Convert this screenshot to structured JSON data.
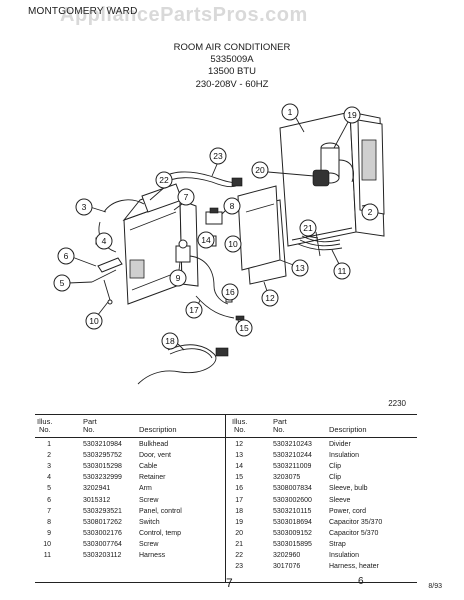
{
  "header": {
    "brand": "MONTGOMERY WARD",
    "watermark": "AppliancePartsPros.com",
    "title": "ROOM AIR CONDITIONER",
    "model": "5335009A",
    "capacity": "13500 BTU",
    "power": "230-208V - 60HZ"
  },
  "figure_code": "2230",
  "callouts": [
    "1",
    "2",
    "3",
    "4",
    "5",
    "6",
    "7",
    "8",
    "9",
    "10",
    "11",
    "12",
    "13",
    "14",
    "15",
    "16",
    "17",
    "18",
    "19",
    "20",
    "21",
    "22",
    "23"
  ],
  "table": {
    "headers": {
      "illus": "Illus.",
      "no": "No.",
      "part": "Part",
      "part_no": "No.",
      "description": "Description"
    },
    "left": [
      {
        "illus": "1",
        "part": "5303210984",
        "desc": "Bulkhead"
      },
      {
        "illus": "2",
        "part": "5303295752",
        "desc": "Door, vent"
      },
      {
        "illus": "3",
        "part": "5303015298",
        "desc": "Cable"
      },
      {
        "illus": "4",
        "part": "5303232999",
        "desc": "Retainer"
      },
      {
        "illus": "5",
        "part": "3202941",
        "desc": "Arm"
      },
      {
        "illus": "6",
        "part": "3015312",
        "desc": "Screw"
      },
      {
        "illus": "7",
        "part": "5303293521",
        "desc": "Panel, control"
      },
      {
        "illus": "8",
        "part": "5308017262",
        "desc": "Switch"
      },
      {
        "illus": "9",
        "part": "5303002176",
        "desc": "Control, temp"
      },
      {
        "illus": "10",
        "part": "5303007764",
        "desc": "Screw"
      },
      {
        "illus": "11",
        "part": "5303203112",
        "desc": "Harness"
      }
    ],
    "right": [
      {
        "illus": "12",
        "part": "5303210243",
        "desc": "Divider"
      },
      {
        "illus": "13",
        "part": "5303210244",
        "desc": "Insulation"
      },
      {
        "illus": "14",
        "part": "5303211009",
        "desc": "Clip"
      },
      {
        "illus": "15",
        "part": "3203075",
        "desc": "Clip"
      },
      {
        "illus": "16",
        "part": "5308007834",
        "desc": "Sleeve, bulb"
      },
      {
        "illus": "17",
        "part": "5303002600",
        "desc": "Sleeve"
      },
      {
        "illus": "18",
        "part": "5303210115",
        "desc": "Power, cord"
      },
      {
        "illus": "19",
        "part": "5303018694",
        "desc": "Capacitor 35/370"
      },
      {
        "illus": "20",
        "part": "5303009152",
        "desc": "Capacitor 5/370"
      },
      {
        "illus": "21",
        "part": "5303015895",
        "desc": "Strap"
      },
      {
        "illus": "22",
        "part": "3202960",
        "desc": "Insulation"
      },
      {
        "illus": "23",
        "part": "3017076",
        "desc": "Harness, heater"
      }
    ]
  },
  "footer": {
    "date": "8/93",
    "mark": "7",
    "mark2": "6"
  }
}
